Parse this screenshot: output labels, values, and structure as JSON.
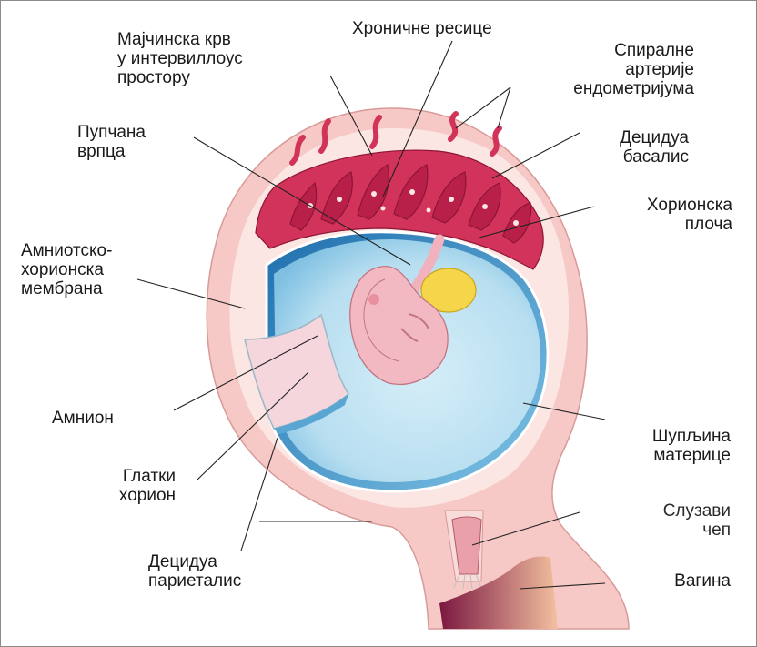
{
  "labels": {
    "maternal_blood": "Мајчинска крв\nу интервиллоус\nпростору",
    "chorionic_villi": "Хроничне ресице",
    "spiral_arteries": "Спиралне\nартерије\nендометријума",
    "umbilical_cord": "Пупчана\nврпца",
    "decidua_basalis": "Децидуа\nбасалис",
    "chorionic_plate": "Хорионска\nплоча",
    "amniochorionic_membrane": "Амниотско-\nхорионска\nмембрана",
    "amnion": "Амнион",
    "uterine_cavity": "Шупљина\nматерице",
    "smooth_chorion": "Глатки\nхорион",
    "mucous_plug": "Слузави\nчеп",
    "decidua_parietalis": "Децидуа\nпариеталис",
    "vagina": "Вагина"
  },
  "colors": {
    "uterine_wall": "#f6c9c6",
    "decidua": "#fbe6e3",
    "placenta": "#d2335a",
    "amniotic_fluid": "#bfe3f1",
    "amniotic_fluid_dark": "#2a7fbf",
    "embryo": "#f3b9c3",
    "yolk_sac": "#f5d54a",
    "leader_line": "#222222"
  }
}
